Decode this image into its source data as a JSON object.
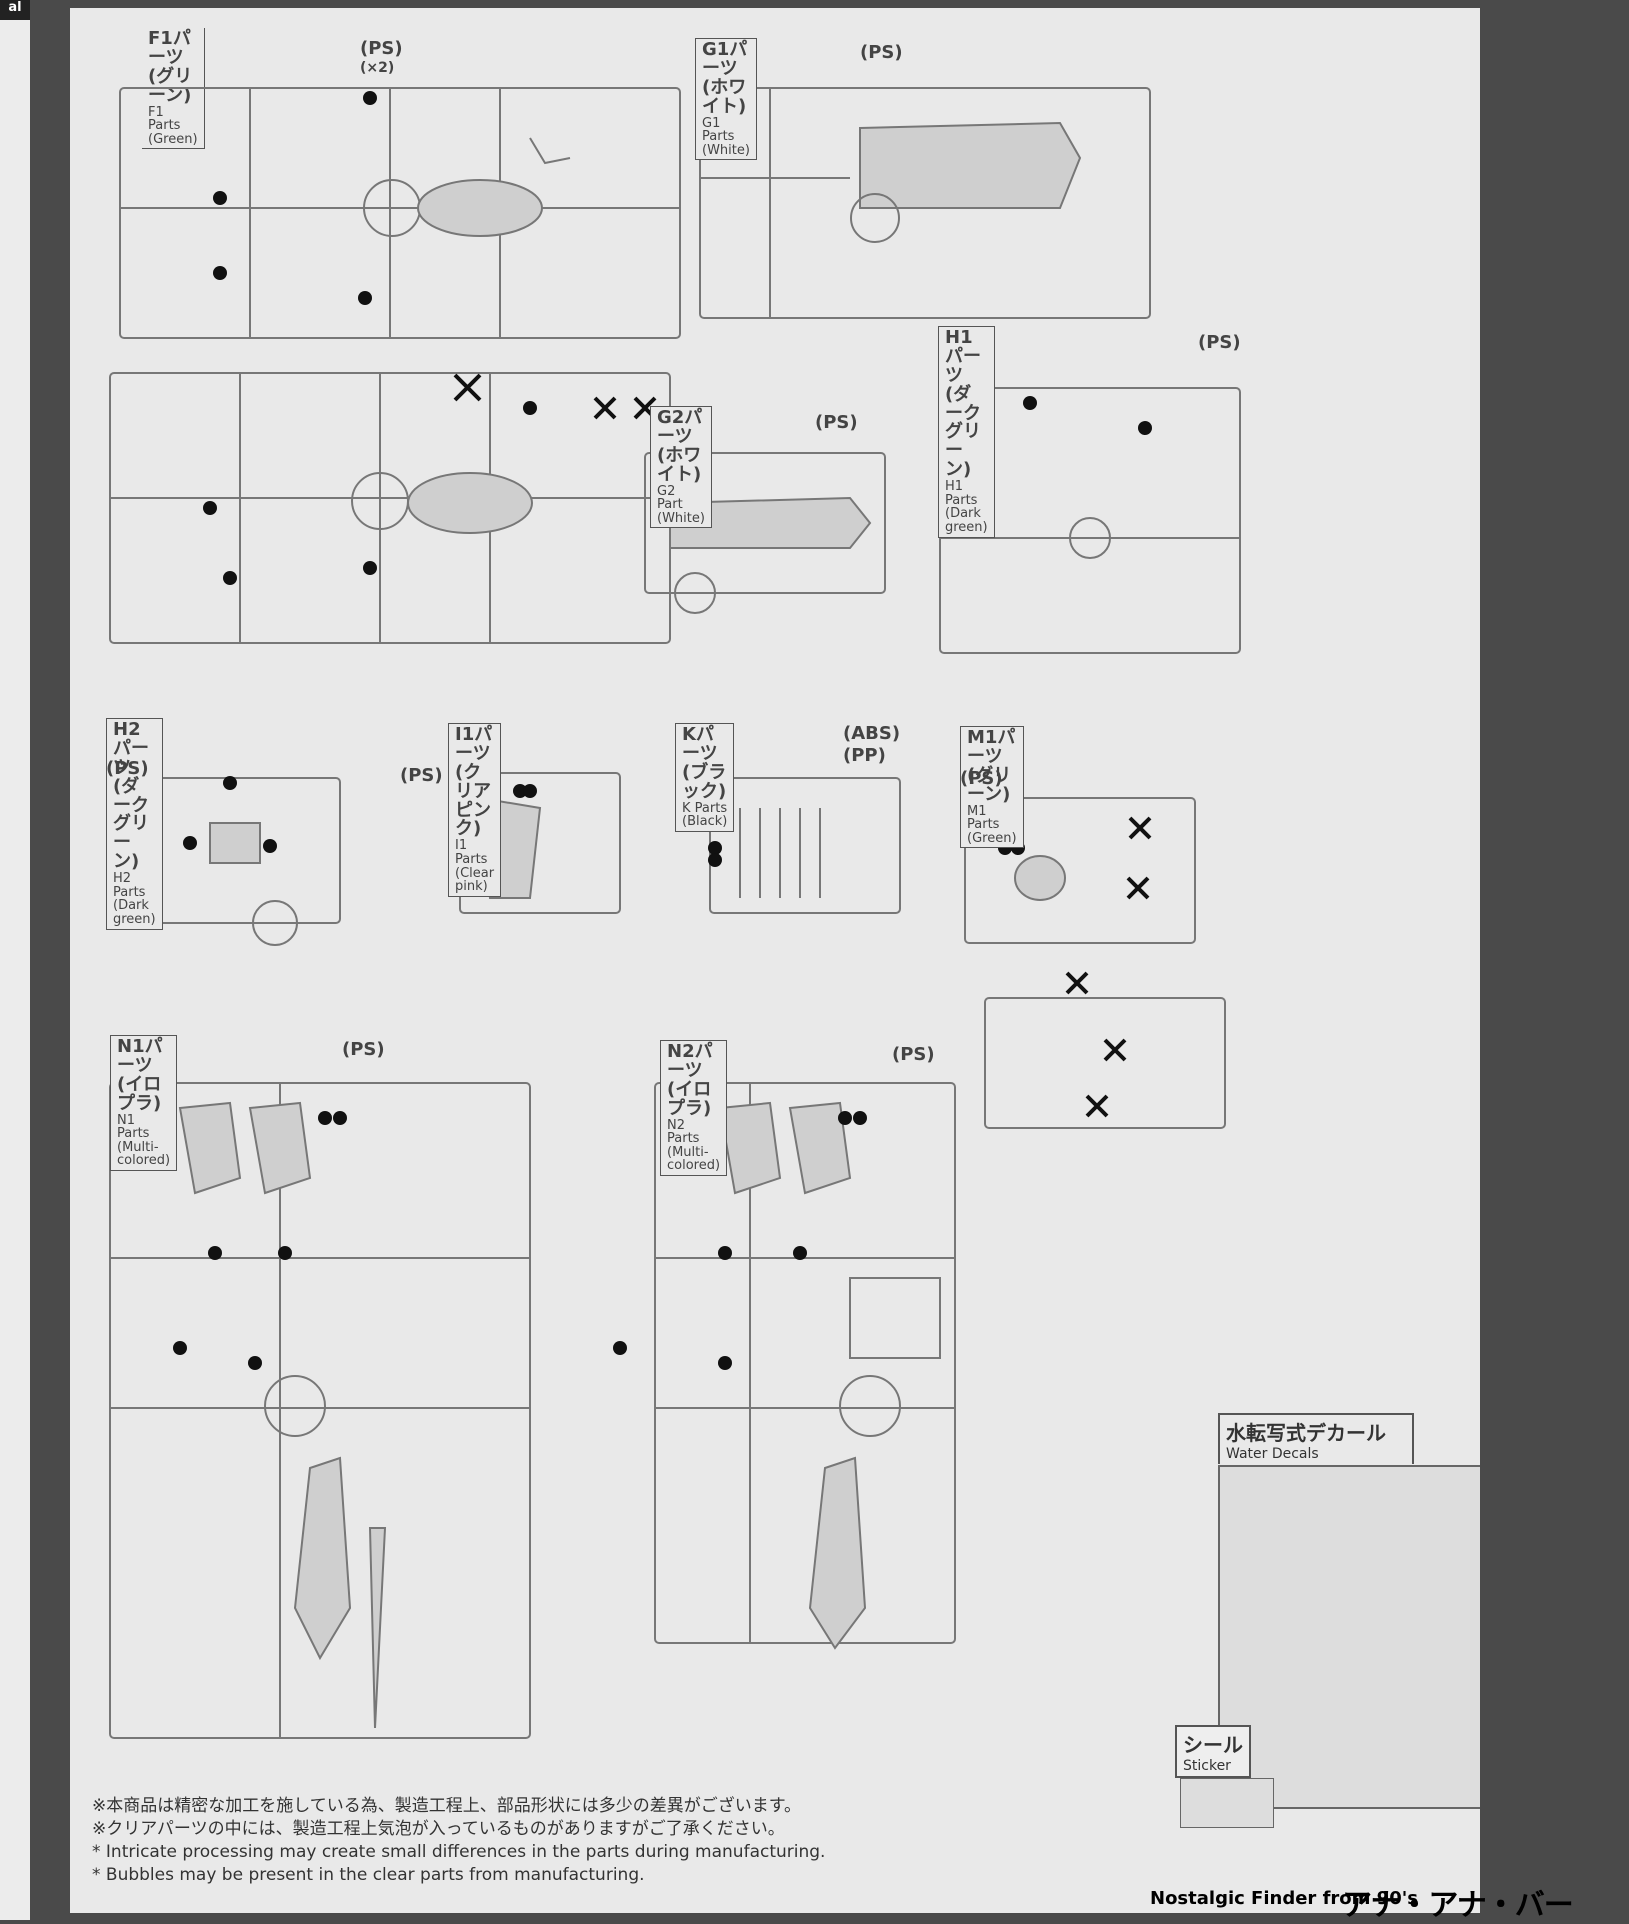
{
  "left_strip_label": "al",
  "sections": {
    "f1": {
      "jp": "F1パーツ(グリーン)",
      "en": "F1 Parts (Green)",
      "mat": "(PS)",
      "mult": "(×2)"
    },
    "g1": {
      "jp": "G1パーツ(ホワイト)",
      "en": "G1 Parts (White)",
      "mat": "(PS)"
    },
    "g2": {
      "jp": "G2パーツ(ホワイト)",
      "en": "G2 Part (White)",
      "mat": "(PS)"
    },
    "h1": {
      "jp": "H1パーツ(ダークグリーン)",
      "en": "H1 Parts (Dark green)",
      "mat": "(PS)"
    },
    "h2": {
      "jp": "H2パーツ(ダークグリーン)",
      "en": "H2 Parts (Dark green)",
      "mat": "(PS)"
    },
    "i1": {
      "jp": "I1パーツ(クリアピンク)",
      "en": "I1 Parts (Clear pink)",
      "mat": "(PS)"
    },
    "k": {
      "jp": "Kパーツ(ブラック)",
      "en": "K Parts (Black)",
      "mat": "(ABS)",
      "mat2": "(PP)"
    },
    "m1": {
      "jp": "M1パーツ(グリーン)",
      "en": "M1 Parts (Green)",
      "mat": "(PS)"
    },
    "n1": {
      "jp": "N1パーツ(イロプラ)",
      "en": "N1 Parts (Multi-colored)",
      "mat": "(PS)"
    },
    "n2": {
      "jp": "N2パーツ(イロプラ)",
      "en": "N2 Parts (Multi-colored)",
      "mat": "(PS)"
    }
  },
  "decal": {
    "jp": "水転写式デカール",
    "en": "Water Decals"
  },
  "sticker": {
    "jp": "シール",
    "en": "Sticker"
  },
  "notes": [
    "※本商品は精密な加工を施している為、製造工程上、部品形状には多少の差異がございます。",
    "※クリアパーツの中には、製造工程上気泡が入っているものがありますがご了承ください。",
    "* Intricate processing may create small differences in the parts during manufacturing.",
    "* Bubbles may be present in the clear parts from manufacturing."
  ],
  "watermark": {
    "a": "Nostalgic Finder from 90's",
    "b": "アナ・アナ・バー"
  },
  "colors": {
    "paper": "#e9e9e9",
    "ink": "#555555",
    "background": "#4a4a4a"
  }
}
